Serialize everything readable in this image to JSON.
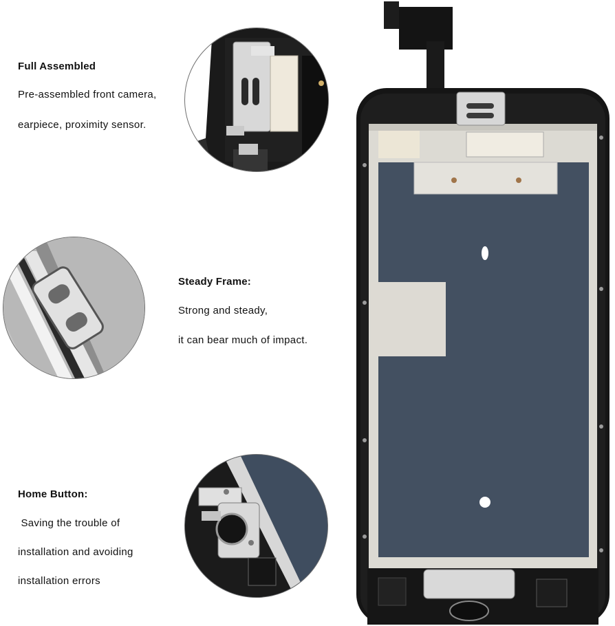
{
  "colors": {
    "background": "#ffffff",
    "text": "#111111",
    "frame_black": "#151515",
    "metal": "#d9d6cf",
    "panel_blue": "#435061",
    "circle_border": "#6f6f6f"
  },
  "features": [
    {
      "title": "Full Assembled",
      "lines": [
        "Pre-assembled front camera,",
        "earpiece, proximity sensor."
      ]
    },
    {
      "title": "Steady Frame:",
      "lines": [
        "Strong and steady,",
        "it can bear much of impact."
      ]
    },
    {
      "title": "Home Button:",
      "lines": [
        " Saving the trouble of",
        "installation and avoiding",
        "installation errors"
      ]
    }
  ],
  "icons": {
    "zoom_top": "camera-earpiece-closeup-icon",
    "zoom_middle": "steel-frame-closeup-icon",
    "zoom_bottom": "home-button-closeup-icon",
    "product": "phone-lcd-assembly-icon"
  }
}
